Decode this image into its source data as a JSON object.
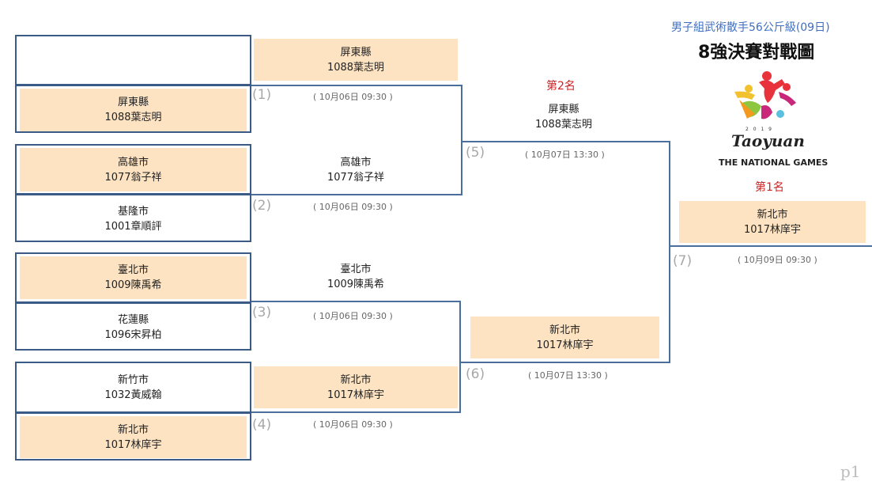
{
  "header": {
    "subtitle": "男子組武術散手56公斤級(09日)",
    "title": "8強決賽對戰圖",
    "logo_year": "2 0 1 9",
    "logo_wordmark": "Taoyuan",
    "logo_caption": "THE NATIONAL GAMES"
  },
  "round1": [
    {
      "slot": "",
      "blank": true
    },
    {
      "team": "屏東縣",
      "player": "1088葉志明"
    },
    {
      "team": "高雄市",
      "player": "1077翁子祥"
    },
    {
      "team": "基隆市",
      "player": "1001章順評"
    },
    {
      "team": "臺北市",
      "player": "1009陳禹希"
    },
    {
      "team": "花蓮縣",
      "player": "1096宋昇柏"
    },
    {
      "team": "新竹市",
      "player": "1032黃威翰"
    },
    {
      "team": "新北市",
      "player": "1017林庠宇"
    }
  ],
  "matches": [
    {
      "num": "(1)",
      "time": "( 10月06日 09:30 )",
      "winner_team": "屏東縣",
      "winner_player": "1088葉志明"
    },
    {
      "num": "(2)",
      "time": "( 10月06日 09:30 )",
      "winner_team": "高雄市",
      "winner_player": "1077翁子祥"
    },
    {
      "num": "(3)",
      "time": "( 10月06日 09:30 )",
      "winner_team": "臺北市",
      "winner_player": "1009陳禹希"
    },
    {
      "num": "(4)",
      "time": "( 10月06日 09:30 )",
      "winner_team": "新北市",
      "winner_player": "1017林庠宇"
    },
    {
      "num": "(5)",
      "time": "( 10月07日 13:30 )",
      "winner_team": "屏東縣",
      "winner_player": "1088葉志明"
    },
    {
      "num": "(6)",
      "time": "( 10月07日 13:30 )",
      "winner_team": "新北市",
      "winner_player": "1017林庠宇"
    },
    {
      "num": "(7)",
      "time": "( 10月09日 09:30 )",
      "winner_team": "新北市",
      "winner_player": "1017林庠宇"
    }
  ],
  "ranks": {
    "second": "第2名",
    "first": "第1名"
  },
  "page_label": "p1",
  "colors": {
    "highlight": "#fde3c2",
    "border": "#3a5b86",
    "rank": "#d22020",
    "subtitle": "#3f6fc2"
  }
}
